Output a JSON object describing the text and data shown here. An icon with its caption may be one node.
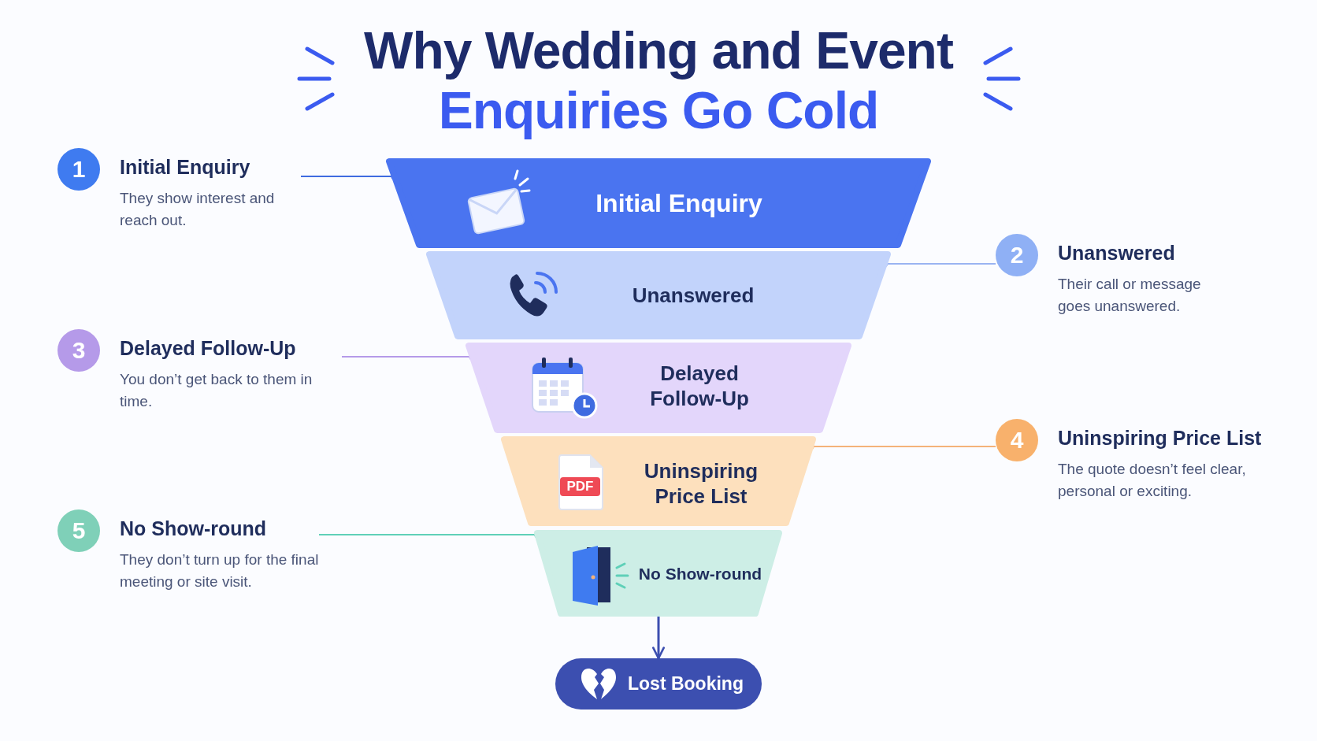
{
  "diagram": {
    "title": "Why Wedding and Event Enquiries Go Cold",
    "nodes": [
      {
        "text": [
          "1",
          "Initial Enquiry",
          "They show interest and reach out."
        ]
      },
      {
        "text": [
          "Initial Enquiry"
        ]
      },
      {
        "text": [
          "2",
          "Unanswered",
          "Their call or message goes unanswered."
        ]
      },
      {
        "text": [
          "Unanswered"
        ]
      },
      {
        "text": [
          "3",
          "Delayed Follow-Up",
          "You don’t get back to them in time."
        ]
      },
      {
        "text": [
          "Delayed Follow-Up"
        ]
      },
      {
        "text": [
          "4",
          "Uninspiring Price List",
          "The quote doesn’t feel clear, personal or exciting."
        ]
      },
      {
        "text": [
          "Uninspiring Price List"
        ]
      },
      {
        "text": [
          "5",
          "No Show-round",
          "They don’t turn up for the final meeting or site visit."
        ]
      },
      {
        "text": [
          "No Show-round"
        ]
      },
      {
        "text": [
          "Lost Booking"
        ]
      }
    ],
    "edges": [
      {
        "from": 0,
        "to": 1,
        "arrow": "other",
        "color": "#3f6be0"
      },
      {
        "from": 2,
        "to": 3,
        "arrow": "other",
        "color": "#9ab4f2"
      },
      {
        "from": 4,
        "to": 5,
        "arrow": "other",
        "color": "#b59ae9"
      },
      {
        "from": 6,
        "to": 7,
        "arrow": "other",
        "color": "#f4b27a"
      },
      {
        "from": 8,
        "to": 9,
        "arrow": "other",
        "color": "#5fd0b8"
      },
      {
        "from": 9,
        "to": 10,
        "arrow": "to",
        "color": "#3c4fb0"
      }
    ],
    "labels": [
      "PDF"
    ]
  }
}
